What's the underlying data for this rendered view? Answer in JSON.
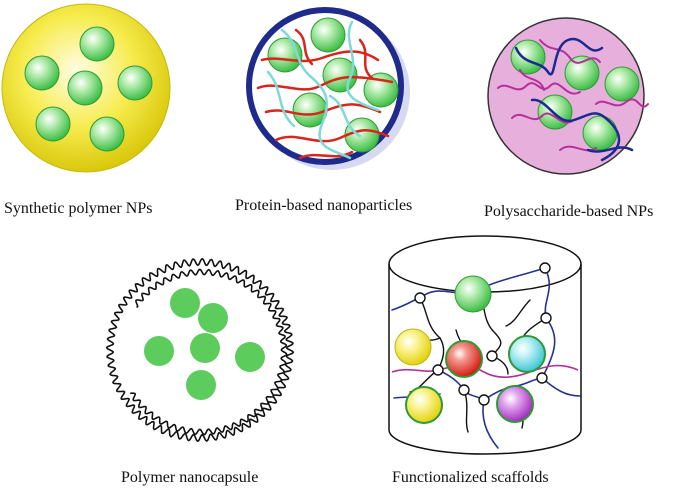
{
  "captions": {
    "synthetic": "Synthetic polymer NPs",
    "protein": "Protein-based nanoparticles",
    "polysaccharide": "Polysaccharide-based NPs",
    "capsule": "Polymer nanocapsule",
    "scaffold": "Functionalized scaffolds"
  },
  "colors": {
    "synthetic_shell": "#f2e41a",
    "protein_ring": "#1e2a8c",
    "protein_chain_red": "#d8261c",
    "protein_chain_cyan": "#7fd9d9",
    "polysac_fill": "#e7b0dc",
    "polysac_chain_magenta": "#b4309a",
    "polysac_chain_navy": "#1b2a8e",
    "drug_green": "#5ccd5c",
    "scaffold_red": "#e0261c",
    "scaffold_yellow": "#f2e41a",
    "scaffold_cyan": "#5ed6e0",
    "scaffold_purple": "#b23ac8"
  }
}
